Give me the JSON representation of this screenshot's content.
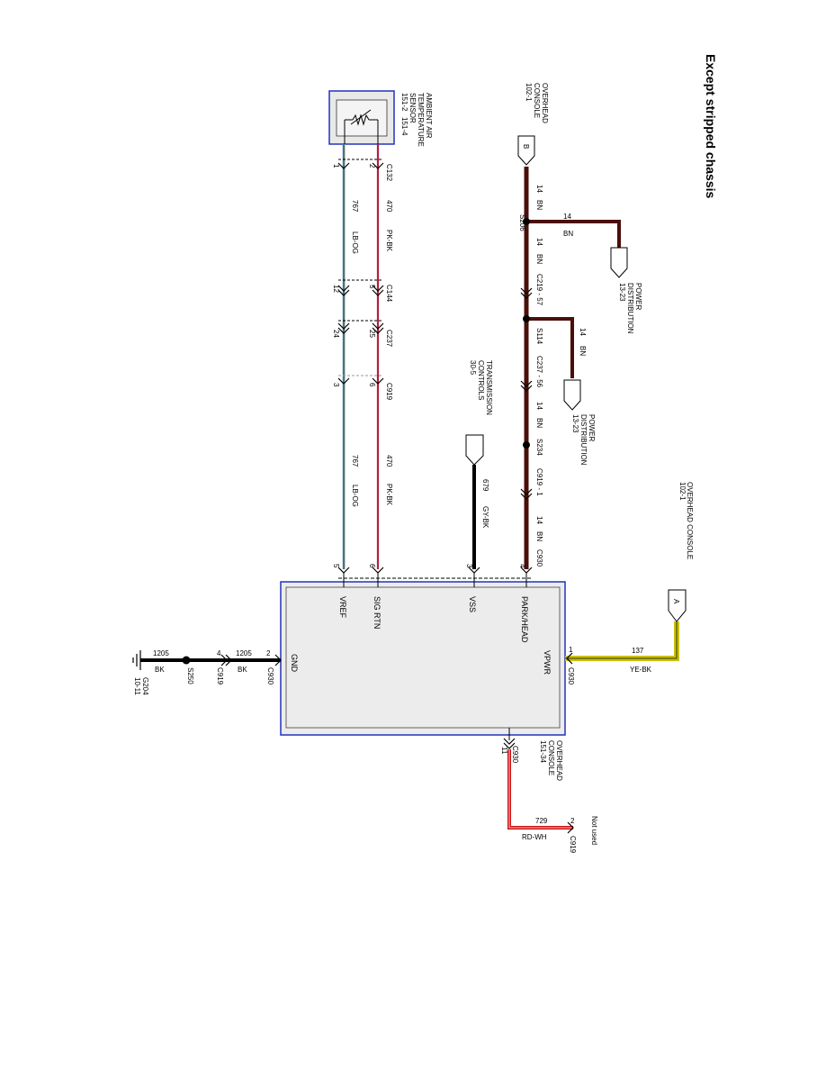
{
  "title": "Except stripped chassis",
  "colors": {
    "brown": "#4a0f0a",
    "pink": "#b02040",
    "blue_line": "#3b6fd0",
    "green_line": "#2e8b3a",
    "orange_line": "#e0a040",
    "yellow": "#c9c200",
    "red": "#cc1111",
    "module_border": "#2233bb",
    "module_fill": "#ececec"
  },
  "sensor": {
    "name_lines": [
      "AMBIENT AIR",
      "TEMPERATURE",
      "SENSOR"
    ],
    "refs": [
      "151-2",
      "151-4"
    ]
  },
  "top_console": {
    "name_lines": [
      "OVERHEAD",
      "CONSOLE"
    ],
    "ref": "102-1",
    "connector_letter": "B"
  },
  "right_console": {
    "name_lines": [
      "OVERHEAD CONSOLE"
    ],
    "ref": "102-1",
    "connector_letter": "A"
  },
  "bottom_console": {
    "name_lines": [
      "OVERHEAD",
      "CONSOLE"
    ],
    "ref": "151-34"
  },
  "power_dist_1": {
    "name_lines": [
      "POWER",
      "DISTRIBUTION"
    ],
    "ref": "13-23"
  },
  "power_dist_2": {
    "name_lines": [
      "POWER",
      "DISTRIBUTION"
    ],
    "ref": "13-23"
  },
  "transmission": {
    "name_lines": [
      "TRANSMISSION",
      "CONTROLS"
    ],
    "ref": "30-5"
  },
  "brown_circuit": {
    "gauge": "14",
    "color": "BN",
    "splices": [
      "S206",
      "S114",
      "S234"
    ],
    "connectors": [
      "C219 - 57",
      "C237 - 56",
      "C919 - 1",
      "C930"
    ],
    "pin": "4"
  },
  "vss_circuit": {
    "gauge": "679",
    "color": "GY-BK",
    "pin": "3"
  },
  "pink_circuit": {
    "circuit": "470",
    "color": "PK-BK",
    "pins": [
      "2",
      "5",
      "25",
      "6",
      "6"
    ]
  },
  "blue_circuit": {
    "circuit": "767",
    "color": "LB-OG",
    "pins": [
      "1",
      "12",
      "24",
      "3",
      "5"
    ]
  },
  "connectors": {
    "c132": "C132",
    "c144": "C144",
    "c237": "C237",
    "c919": "C919"
  },
  "module_pins": {
    "park_head": "PARK/HEAD",
    "vss": "VSS",
    "sig_rtn": "SIG RTN",
    "vref": "VREF",
    "vpwr": "VPWR",
    "gnd": "GND"
  },
  "vpwr_circuit": {
    "circuit": "137",
    "color": "YE-BK",
    "pin": "1",
    "connector": "C930"
  },
  "gnd_circuit": {
    "circuit": "1205",
    "color": "BK",
    "pin_c930": "2",
    "connector_c930": "C930",
    "pin_c919": "4",
    "connector_c919": "C919",
    "splice": "S250",
    "ground": "G204",
    "ground_ref": "10-11"
  },
  "rdwh_circuit": {
    "circuit": "729",
    "color": "RD-WH",
    "pin_c930": "11",
    "connector_c930": "C930",
    "pin_c919": "2",
    "connector_c919": "C919",
    "not_used": "Not used"
  }
}
